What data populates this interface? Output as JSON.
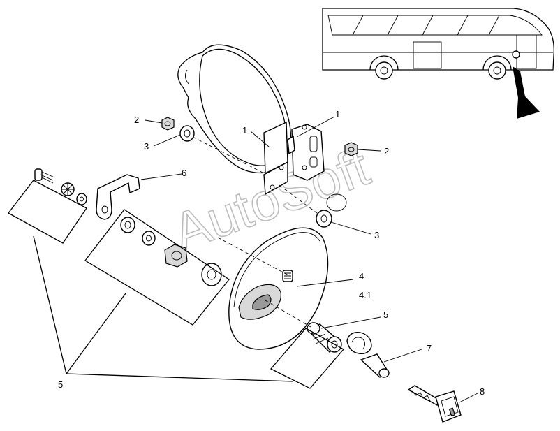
{
  "watermark": "AutoSoft",
  "callouts": {
    "c1_left": "1",
    "c1_right": "1",
    "c2_left": "2",
    "c2_right": "2",
    "c3_left": "3",
    "c3_right": "3",
    "c4": "4",
    "c4_1": "4.1",
    "c5_top": "5",
    "c5_bottom": "5",
    "c6": "6",
    "c7": "7",
    "c8": "8"
  }
}
